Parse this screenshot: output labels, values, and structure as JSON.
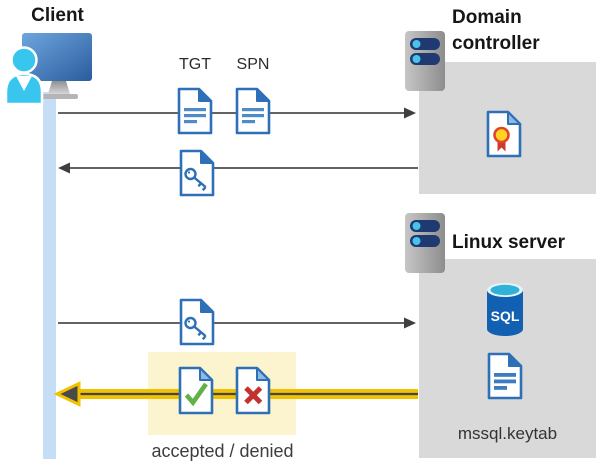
{
  "client": {
    "label": "Client"
  },
  "domain_controller": {
    "label": "Domain controller"
  },
  "linux_server": {
    "label": "Linux server",
    "sql_badge": "SQL",
    "keytab_file": "mssql.keytab"
  },
  "flow": {
    "tgt_label": "TGT",
    "spn_label": "SPN",
    "result_label": "accepted / denied"
  },
  "icons": {
    "client": "person-at-computer-icon",
    "domain_controller": "server-rack-icon",
    "linux_server": "server-rack-icon",
    "tgt": "document-icon",
    "spn": "document-icon",
    "ticket": "key-document-icon",
    "certificate": "certificate-seal-document-icon",
    "database": "sql-database-cylinder-icon",
    "keytab": "document-icon",
    "accepted": "checkmark-document-icon",
    "denied": "x-document-icon"
  },
  "colors": {
    "doc_blue": "#2e70b8",
    "doc_line_blue": "#4f8bc9",
    "lifeline_blue": "#c5def6",
    "panel_gray": "#d9d9d9",
    "highlight_yellow": "#fcf4cf",
    "arrow_gray": "#4d4d4d",
    "arrow_gold": "#f2c200",
    "accept_green": "#62b146",
    "deny_red": "#c43131",
    "sql_blue": "#1160b2",
    "sql_cyan": "#2fb1d8",
    "seal_yellow": "#ffd41f",
    "seal_red": "#ce3a2c",
    "server_pill_navy": "#1e3a70",
    "server_dot_cyan": "#49c3ea",
    "monitor_blue": "#3c76bc",
    "person_cyan": "#38c6ee"
  }
}
